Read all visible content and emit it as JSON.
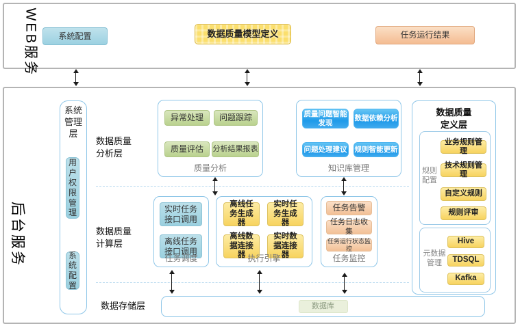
{
  "web": {
    "title": "WEB服务",
    "boxes": {
      "system_config": "系统配置",
      "model_definition": "数据质量模型定义",
      "task_result": "任务运行结果"
    }
  },
  "backend": {
    "title": "后台服务",
    "system_mgmt": {
      "title": "系统管理层",
      "items": [
        "用户权限管理",
        "系统配置"
      ]
    },
    "analysis_layer": {
      "label": "数据质量分析层",
      "quality_analysis": {
        "label": "质量分析",
        "items": [
          "异常处理",
          "问题跟踪",
          "质量评估",
          "分析结果报表"
        ]
      },
      "knowledge_mgmt": {
        "label": "知识库管理",
        "items": [
          "质量问题智能发现",
          "数据依赖分析",
          "问题处理建议",
          "规则智能更新"
        ]
      }
    },
    "compute_layer": {
      "label": "数据质量计算层",
      "task_scheduling": {
        "label": "任务调度",
        "items": [
          "实时任务接口调用",
          "离线任务接口调用"
        ]
      },
      "execution_engine": {
        "label": "执行引擎",
        "items": [
          "离线任务生成器",
          "实时任务生成器",
          "离线数据连接器",
          "实时数据连接器"
        ]
      },
      "task_monitoring": {
        "label": "任务监控",
        "items": [
          "任务告警",
          "任务日志收集",
          "任务运行状态监控"
        ]
      }
    },
    "storage_layer": {
      "label": "数据存储层",
      "database": "数据库"
    },
    "definition_layer": {
      "title": "数据质量定义层",
      "rule_config": {
        "label": "规则配置",
        "items": [
          "业务规则管理",
          "技术规则管理",
          "自定义规则",
          "规则评审"
        ]
      },
      "metadata_mgmt": {
        "label": "元数据管理",
        "items": [
          "Hive",
          "TDSQL",
          "Kafka"
        ]
      }
    }
  },
  "colors": {
    "web_blue": "#a9d6e5",
    "web_yellow": "#fbdf6d",
    "web_orange": "#f6c9a0",
    "green_node": "#c3d89a",
    "knowledge_blue": "#1e9ae9",
    "light_blue_node": "#a9d8e6",
    "yellow_node": "#f9dc74",
    "orange_node": "#f5cba2",
    "group_border": "#8ec6e8",
    "database_green": "#eaf0dc"
  }
}
